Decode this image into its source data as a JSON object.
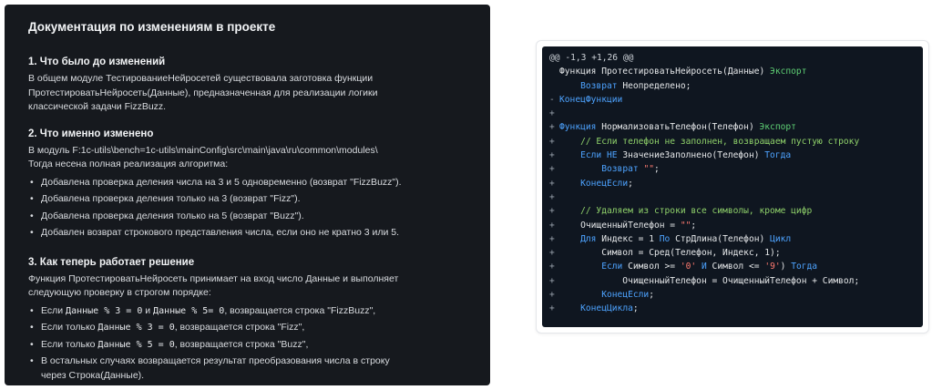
{
  "doc": {
    "title": "Документация по изменениям в проекте",
    "section1": {
      "heading": "1. Что было до изменений",
      "lines": [
        "В общем модуле  ТестированиеНейросетей  существовала заготовка функции",
        "ПротестироватьНейросеть(Данные), предназначенная для реализации логики",
        "классической задачи FizzBuzz."
      ]
    },
    "section2": {
      "heading": "2. Что именно изменено",
      "lines": [
        "В модуль  F:1c-utils\\bench=1c-utils\\mainConfig\\src\\main\\java\\ru\\common\\modules\\",
        "Тогда несена полная реализация алгоритма:"
      ],
      "bullets": [
        "Добавлена проверка деления числа на 3 и 5 одновременно (возврат \"FizzBuzz\").",
        "Добавлена проверка деления только на 3 (возврат \"Fizz\").",
        "Добавлена проверка деления только на 5 (возврат \"Buzz\").",
        "Добавлен возврат строкового представления числа, если оно не кратно 3 или 5."
      ]
    },
    "section3": {
      "heading": "3. Как теперь работает решение",
      "lines": [
        "Функция  ПротестироватьНейросеть  принимает на вход число  Данные  и выполняет",
        "следующую проверку в строгом порядке:"
      ],
      "bullets": [
        {
          "prefix": "Если ",
          "code": "Данные % 3 = 0",
          "mid": " и ",
          "code2": "Данные % 5= 0",
          "suffix": ", возвращается строка  \"FizzBuzz\","
        },
        {
          "prefix": "Если только ",
          "code": "Данные % 3 = 0",
          "mid": "",
          "code2": "",
          "suffix": ", возвращается строка  \"Fizz\","
        },
        {
          "prefix": "Если только ",
          "code": "Данные % 5 = 0",
          "mid": "",
          "code2": "",
          "suffix": ", возвращается строка  \"Buzz\","
        }
      ],
      "last_bullet": [
        "В остальных случаях возвращается результат преобразования числа в строку",
        "через  Строка(Данные)."
      ],
      "bullet_char": "•"
    }
  },
  "diff": {
    "lines": [
      {
        "m": "",
        "segs": [
          {
            "c": "hunk",
            "t": "@@ -1,3 +1,26 @@"
          }
        ]
      },
      {
        "m": " ",
        "segs": [
          {
            "c": "",
            "t": "Функция ПротестироватьНейросеть(Данные) "
          },
          {
            "c": "green",
            "t": "Экспорт"
          }
        ]
      },
      {
        "m": " ",
        "segs": [
          {
            "c": "",
            "t": "    "
          },
          {
            "c": "kw",
            "t": "Возврат"
          },
          {
            "c": "",
            "t": " Неопределено;"
          }
        ]
      },
      {
        "m": "-",
        "segs": [
          {
            "c": "kw",
            "t": "КонецФункции"
          }
        ]
      },
      {
        "m": "+",
        "segs": [
          {
            "c": "",
            "t": ""
          }
        ]
      },
      {
        "m": "+",
        "segs": [
          {
            "c": "kw",
            "t": "Функция"
          },
          {
            "c": "",
            "t": " НормализоватьТелефон(Телефон) "
          },
          {
            "c": "green",
            "t": "Экспорт"
          }
        ]
      },
      {
        "m": "+",
        "segs": [
          {
            "c": "cmt",
            "t": "    // Если телефон не заполнен, возвращаем пустую строку"
          }
        ]
      },
      {
        "m": "+",
        "segs": [
          {
            "c": "",
            "t": "    "
          },
          {
            "c": "kw",
            "t": "Если НЕ"
          },
          {
            "c": "",
            "t": " ЗначениеЗаполнено(Телефон) "
          },
          {
            "c": "kw",
            "t": "Тогда"
          }
        ]
      },
      {
        "m": "+",
        "segs": [
          {
            "c": "",
            "t": "        "
          },
          {
            "c": "kw",
            "t": "Возврат"
          },
          {
            "c": "",
            "t": " "
          },
          {
            "c": "str",
            "t": "\"\""
          },
          {
            "c": "",
            "t": ";"
          }
        ]
      },
      {
        "m": "+",
        "segs": [
          {
            "c": "",
            "t": "    "
          },
          {
            "c": "kw",
            "t": "КонецЕсли"
          },
          {
            "c": "",
            "t": ";"
          }
        ]
      },
      {
        "m": "+",
        "segs": [
          {
            "c": "",
            "t": ""
          }
        ]
      },
      {
        "m": "+",
        "segs": [
          {
            "c": "cmt",
            "t": "    // Удаляем из строки все символы, кроме цифр"
          }
        ]
      },
      {
        "m": "+",
        "segs": [
          {
            "c": "",
            "t": "    ОчищенныйТелефон = "
          },
          {
            "c": "str",
            "t": "\"\""
          },
          {
            "c": "",
            "t": ";"
          }
        ]
      },
      {
        "m": "+",
        "segs": [
          {
            "c": "",
            "t": "    "
          },
          {
            "c": "kw",
            "t": "Для"
          },
          {
            "c": "",
            "t": " Индекс = 1 "
          },
          {
            "c": "kw",
            "t": "По"
          },
          {
            "c": "",
            "t": " СтрДлина(Телефон) "
          },
          {
            "c": "kw",
            "t": "Цикл"
          }
        ]
      },
      {
        "m": "+",
        "segs": [
          {
            "c": "",
            "t": "        Символ = Сред(Телефон, Индекс, 1);"
          }
        ]
      },
      {
        "m": "+",
        "segs": [
          {
            "c": "",
            "t": "        "
          },
          {
            "c": "kw",
            "t": "Если"
          },
          {
            "c": "",
            "t": " Символ >= "
          },
          {
            "c": "str",
            "t": "'0'"
          },
          {
            "c": "",
            "t": " "
          },
          {
            "c": "kw",
            "t": "И"
          },
          {
            "c": "",
            "t": " Символ <= "
          },
          {
            "c": "str",
            "t": "'9'"
          },
          {
            "c": "",
            "t": ") "
          },
          {
            "c": "kw",
            "t": "Тогда"
          }
        ]
      },
      {
        "m": "+",
        "segs": [
          {
            "c": "",
            "t": "            ОчищенныйТелефон = ОчищенныйТелефон + Символ;"
          }
        ]
      },
      {
        "m": "+",
        "segs": [
          {
            "c": "",
            "t": "        "
          },
          {
            "c": "kw",
            "t": "КонецЕсли"
          },
          {
            "c": "",
            "t": ";"
          }
        ]
      },
      {
        "m": "+",
        "segs": [
          {
            "c": "",
            "t": "    "
          },
          {
            "c": "kw",
            "t": "КонецЦикла"
          },
          {
            "c": "",
            "t": ";"
          }
        ]
      }
    ]
  }
}
